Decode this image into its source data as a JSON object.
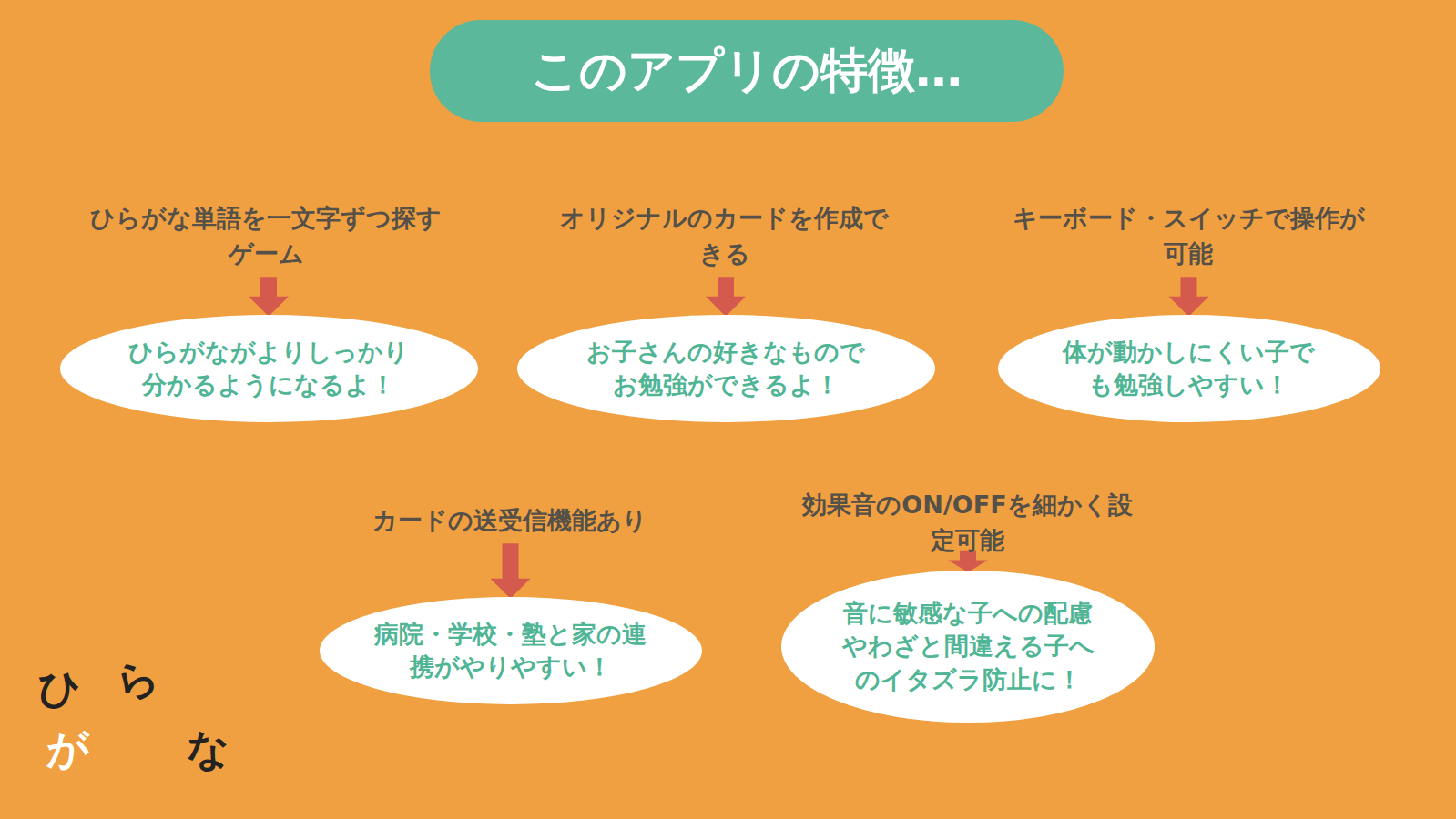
{
  "diagram": {
    "title": "このアプリの特徴…",
    "nodes": [
      {
        "text": [
          "ひらがな単語を一文字ずつ探すゲーム"
        ]
      },
      {
        "text": [
          "ひらがながよりしっかり分かるようになるよ！"
        ]
      },
      {
        "text": [
          "オリジナルのカードを作成できる"
        ]
      },
      {
        "text": [
          "お子さんの好きなものでお勉強ができるよ！"
        ]
      },
      {
        "text": [
          "キーボード・スイッチで操作が可能"
        ]
      },
      {
        "text": [
          "体が動かしにくい子でも勉強しやすい！"
        ]
      },
      {
        "text": [
          "カードの送受信機能あり"
        ]
      },
      {
        "text": [
          "病院・学校・塾と家の連携がやりやすい！"
        ]
      },
      {
        "text": [
          "効果音のON/OFFを細かく設定可能"
        ]
      },
      {
        "text": [
          "音に敏感な子への配慮やわざと間違える子へのイタズラ防止に！"
        ]
      }
    ],
    "edges": [
      {
        "from": 0,
        "to": 1,
        "arrow": "to"
      },
      {
        "from": 2,
        "to": 3,
        "arrow": "to"
      },
      {
        "from": 4,
        "to": 5,
        "arrow": "to"
      },
      {
        "from": 6,
        "to": 7,
        "arrow": "to"
      },
      {
        "from": 8,
        "to": 9,
        "arrow": "to"
      }
    ],
    "labels": [
      "ひ",
      "ら",
      "が",
      "な"
    ]
  }
}
